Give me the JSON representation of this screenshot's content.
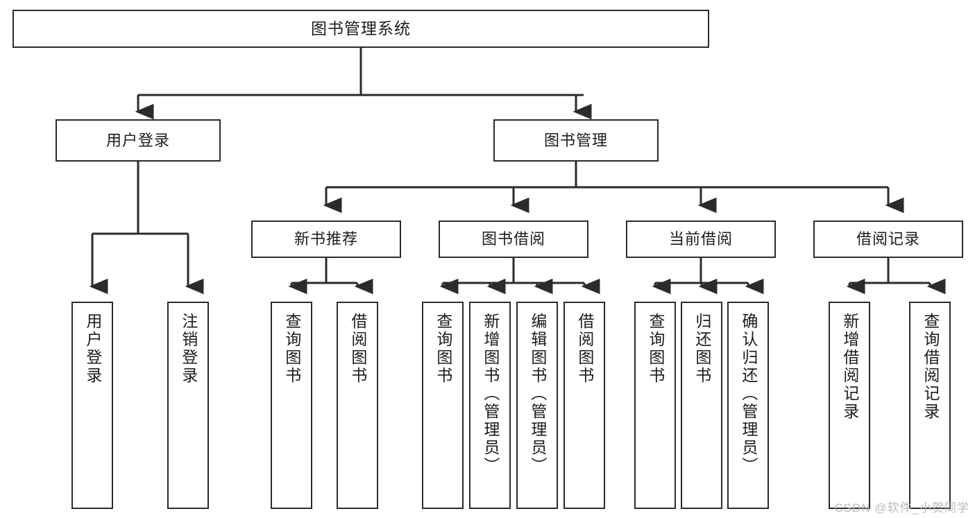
{
  "diagram": {
    "title": "图书管理系统",
    "type": "tree-hierarchy",
    "root": {
      "label": "图书管理系统"
    },
    "level2": [
      {
        "label": "用户登录"
      },
      {
        "label": "图书管理"
      }
    ],
    "level3": [
      {
        "label": "新书推荐"
      },
      {
        "label": "图书借阅"
      },
      {
        "label": "当前借阅"
      },
      {
        "label": "借阅记录"
      }
    ],
    "leaves": {
      "user_login": [
        {
          "label": "用户登录"
        },
        {
          "label": "注销登录"
        }
      ],
      "new_book_recommend": [
        {
          "label": "查询图书"
        },
        {
          "label": "借阅图书"
        }
      ],
      "book_borrow": [
        {
          "label": "查询图书"
        },
        {
          "label": "新增图书（管理员）"
        },
        {
          "label": "编辑图书（管理员）"
        },
        {
          "label": "借阅图书"
        }
      ],
      "current_borrow": [
        {
          "label": "查询图书"
        },
        {
          "label": "归还图书"
        },
        {
          "label": "确认归还（管理员）"
        }
      ],
      "borrow_records": [
        {
          "label": "新增借阅记录"
        },
        {
          "label": "查询借阅记录"
        }
      ]
    }
  },
  "watermark": {
    "text": "CSDN @软件_小贺同学"
  },
  "colors": {
    "stroke": "#2b2b2b",
    "background": "#ffffff",
    "text": "#1c1c1c",
    "watermark": "#b9b9b9"
  }
}
